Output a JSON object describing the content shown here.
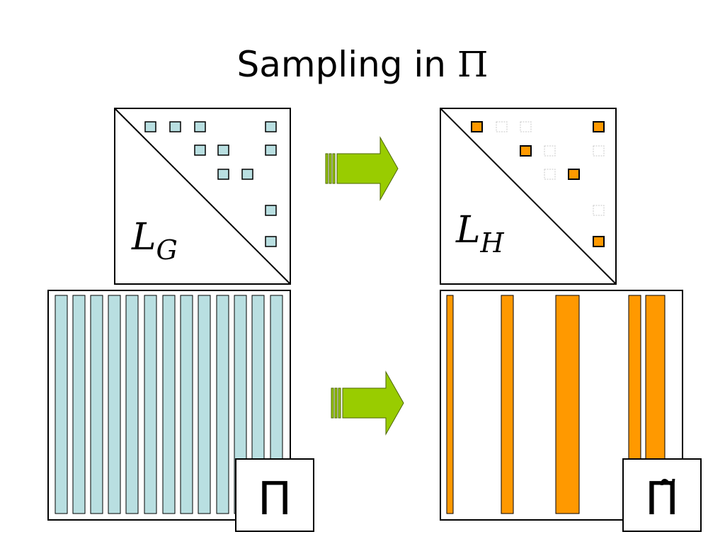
{
  "title": {
    "text": "Sampling in",
    "symbol": "Π"
  },
  "left_matrix": {
    "label_main": "L",
    "label_sub": "G",
    "square_color": "#b9dfe1"
  },
  "right_matrix": {
    "label_main": "L",
    "label_sub": "H",
    "square_color": "#ff9900"
  },
  "left_pi_box": {
    "label": "Π",
    "bar_color": "#b9dfe1",
    "bar_count": 13
  },
  "right_pi_box": {
    "label": "Π̃",
    "bar_color": "#ff9900"
  },
  "arrow_color": "#99cc00"
}
